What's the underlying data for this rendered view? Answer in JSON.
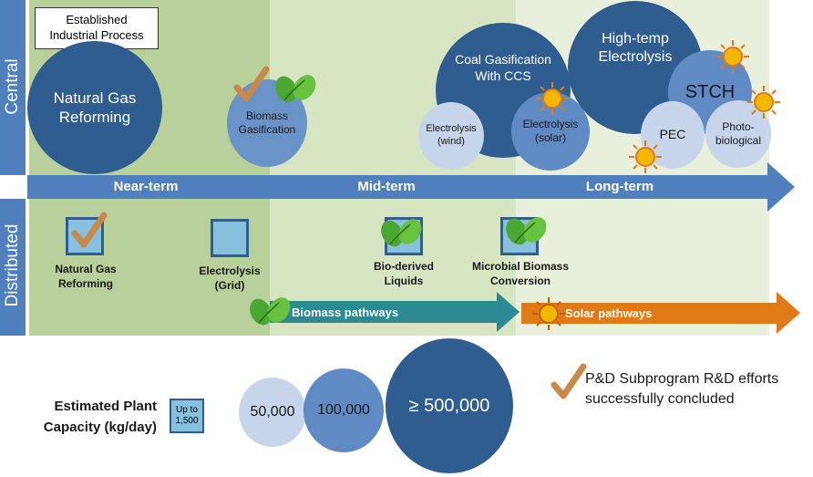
{
  "side": {
    "central": "Central",
    "distributed": "Distributed"
  },
  "established_box": "Established Industrial Process",
  "phases": [
    "Near-term",
    "Mid-term",
    "Long-term"
  ],
  "central": {
    "natural_gas": "Natural Gas Reforming",
    "biomass_gas": "Biomass Gasification",
    "coal_ccs": "Coal Gasification With CCS",
    "electrolysis_wind": "Electrolysis (wind)",
    "electrolysis_solar": "Electrolysis (solar)",
    "high_temp": "High-temp Electrolysis",
    "stch": "STCH",
    "pec": "PEC",
    "photobio": "Photo-biological"
  },
  "distributed": {
    "natural_gas": "Natural Gas Reforming",
    "electrolysis_grid": "Electrolysis (Grid)",
    "bio_liquids": "Bio-derived Liquids",
    "microbial": "Microbial Biomass Conversion"
  },
  "pathways": {
    "biomass": "Biomass pathways",
    "solar": "Solar pathways"
  },
  "legend": {
    "capacity_label": "Estimated Plant Capacity (kg/day)",
    "small": "Up to 1,500",
    "c50k": "50,000",
    "c100k": "100,000",
    "c500k": "≥ 500,000",
    "check_note": "P&D Subprogram R&D efforts successfully concluded"
  },
  "colors": {
    "near_bg": "#b8d19b",
    "mid_bg": "#d7e5c3",
    "long_bg": "#e8f0dc",
    "timeline": "#4f7fbd",
    "biomass_arrow": "#2b8a93",
    "solar_arrow": "#e07a17",
    "dark_circle": "#2f5d8f",
    "mid_circle": "#5f8ac4",
    "light_circle": "#c7d5ea"
  }
}
